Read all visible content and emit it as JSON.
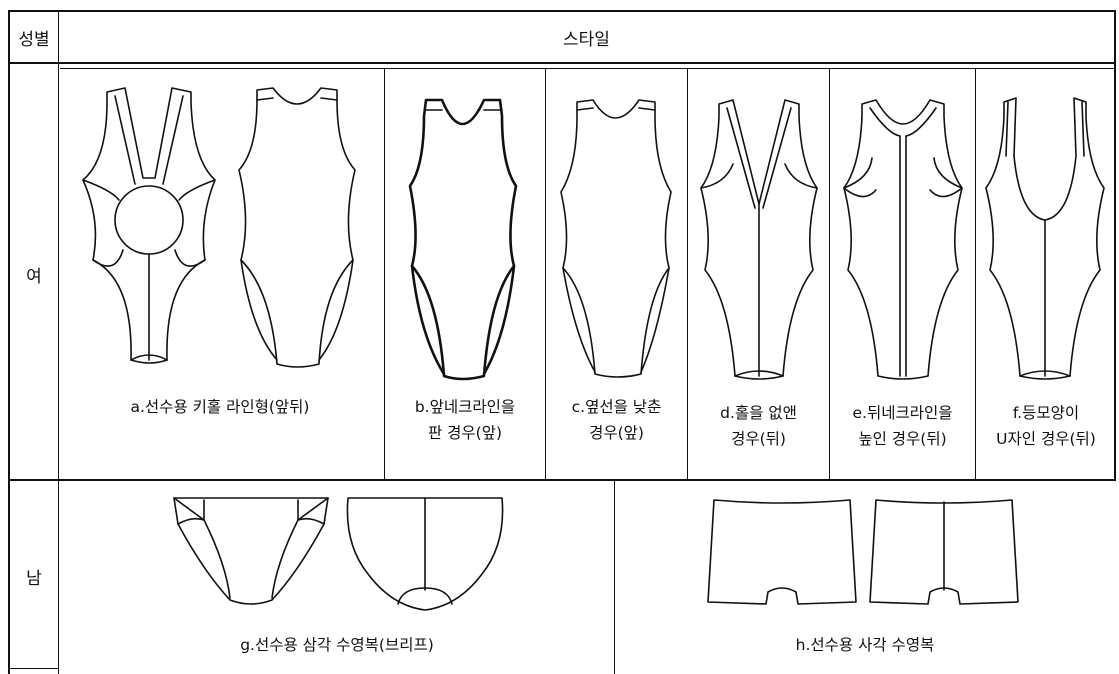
{
  "header": {
    "gender_label": "성별",
    "style_label": "스타일"
  },
  "rows": {
    "female": {
      "label": "여",
      "captions": {
        "a": "a.선수용 키홀 라인형(앞뒤)",
        "b": "b.앞네크라인을\n판 경우(앞)",
        "c": "c.옆선을 낮춘\n경우(앞)",
        "d": "d.홀을 없앤\n경우(뒤)",
        "e": "e.뒤네크라인을\n높인 경우(뒤)",
        "f": "f.등모양이\nU자인 경우(뒤)"
      }
    },
    "male": {
      "label": "남",
      "captions": {
        "g": "g.선수용 삼각 수영복(브리프)",
        "h": "h.선수용 사각 수영복"
      }
    }
  }
}
